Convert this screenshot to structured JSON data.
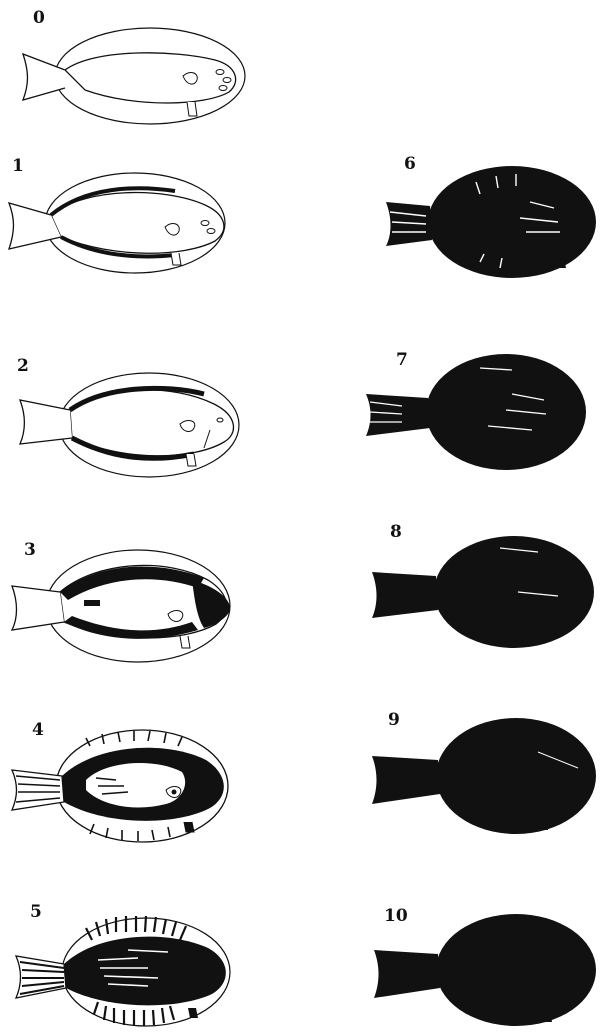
{
  "figure": {
    "stages": [
      {
        "label": "0",
        "pigmentation": 0
      },
      {
        "label": "1",
        "pigmentation": 1
      },
      {
        "label": "2",
        "pigmentation": 2
      },
      {
        "label": "3",
        "pigmentation": 3
      },
      {
        "label": "4",
        "pigmentation": 4
      },
      {
        "label": "5",
        "pigmentation": 5
      },
      {
        "label": "6",
        "pigmentation": 6
      },
      {
        "label": "7",
        "pigmentation": 7
      },
      {
        "label": "8",
        "pigmentation": 8
      },
      {
        "label": "9",
        "pigmentation": 9
      },
      {
        "label": "10",
        "pigmentation": 10
      }
    ],
    "colors": {
      "ink": "#111111",
      "paper": "#ffffff"
    }
  }
}
